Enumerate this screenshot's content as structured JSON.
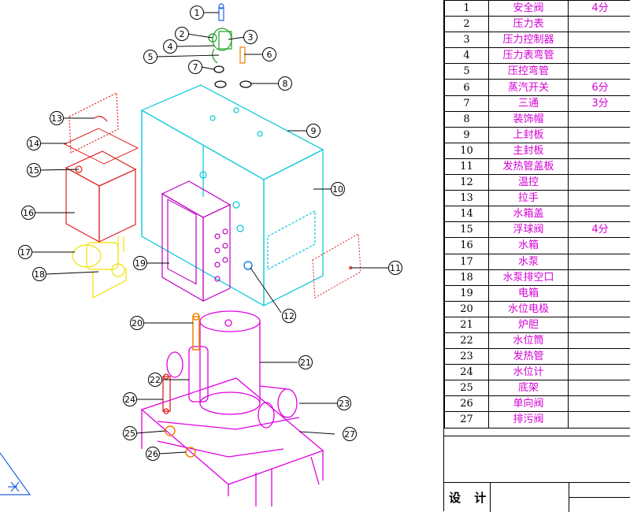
{
  "callouts": [
    "1",
    "2",
    "3",
    "4",
    "5",
    "6",
    "7",
    "8",
    "9",
    "10",
    "11",
    "12",
    "13",
    "14",
    "15",
    "16",
    "17",
    "18",
    "19",
    "20",
    "21",
    "22",
    "23",
    "24",
    "25",
    "26",
    "27"
  ],
  "bom": [
    {
      "no": "1",
      "name": "安全阀",
      "spec": "4分"
    },
    {
      "no": "2",
      "name": "压力表",
      "spec": ""
    },
    {
      "no": "3",
      "name": "压力控制器",
      "spec": ""
    },
    {
      "no": "4",
      "name": "压力表弯管",
      "spec": ""
    },
    {
      "no": "5",
      "name": "压控弯管",
      "spec": ""
    },
    {
      "no": "6",
      "name": "蒸汽开关",
      "spec": "6分"
    },
    {
      "no": "7",
      "name": "三通",
      "spec": "3分"
    },
    {
      "no": "8",
      "name": "装饰帽",
      "spec": ""
    },
    {
      "no": "9",
      "name": "上封板",
      "spec": ""
    },
    {
      "no": "10",
      "name": "主封板",
      "spec": ""
    },
    {
      "no": "11",
      "name": "发热管盖板",
      "spec": ""
    },
    {
      "no": "12",
      "name": "温控",
      "spec": ""
    },
    {
      "no": "13",
      "name": "拉手",
      "spec": ""
    },
    {
      "no": "14",
      "name": "水箱盖",
      "spec": ""
    },
    {
      "no": "15",
      "name": "浮球阀",
      "spec": "4分"
    },
    {
      "no": "16",
      "name": "水箱",
      "spec": ""
    },
    {
      "no": "17",
      "name": "水泵",
      "spec": ""
    },
    {
      "no": "18",
      "name": "水泵排空口",
      "spec": ""
    },
    {
      "no": "19",
      "name": "电箱",
      "spec": ""
    },
    {
      "no": "20",
      "name": "水位电极",
      "spec": ""
    },
    {
      "no": "21",
      "name": "炉胆",
      "spec": ""
    },
    {
      "no": "22",
      "name": "水位筒",
      "spec": ""
    },
    {
      "no": "23",
      "name": "发热管",
      "spec": ""
    },
    {
      "no": "24",
      "name": "水位计",
      "spec": ""
    },
    {
      "no": "25",
      "name": "底架",
      "spec": ""
    },
    {
      "no": "26",
      "name": "单向阀",
      "spec": ""
    },
    {
      "no": "27",
      "name": "排污阀",
      "spec": ""
    }
  ],
  "title_block": {
    "sign_label": "设 计"
  },
  "colors": {
    "cabinet": "#00c8d8",
    "tank": "#e02020",
    "frame": "#e000e0",
    "pump": "#f0e000",
    "electric_box": "#c000c0",
    "valve": "#f08000",
    "callout_line": "#000000",
    "bom_text": "#d400d4"
  }
}
